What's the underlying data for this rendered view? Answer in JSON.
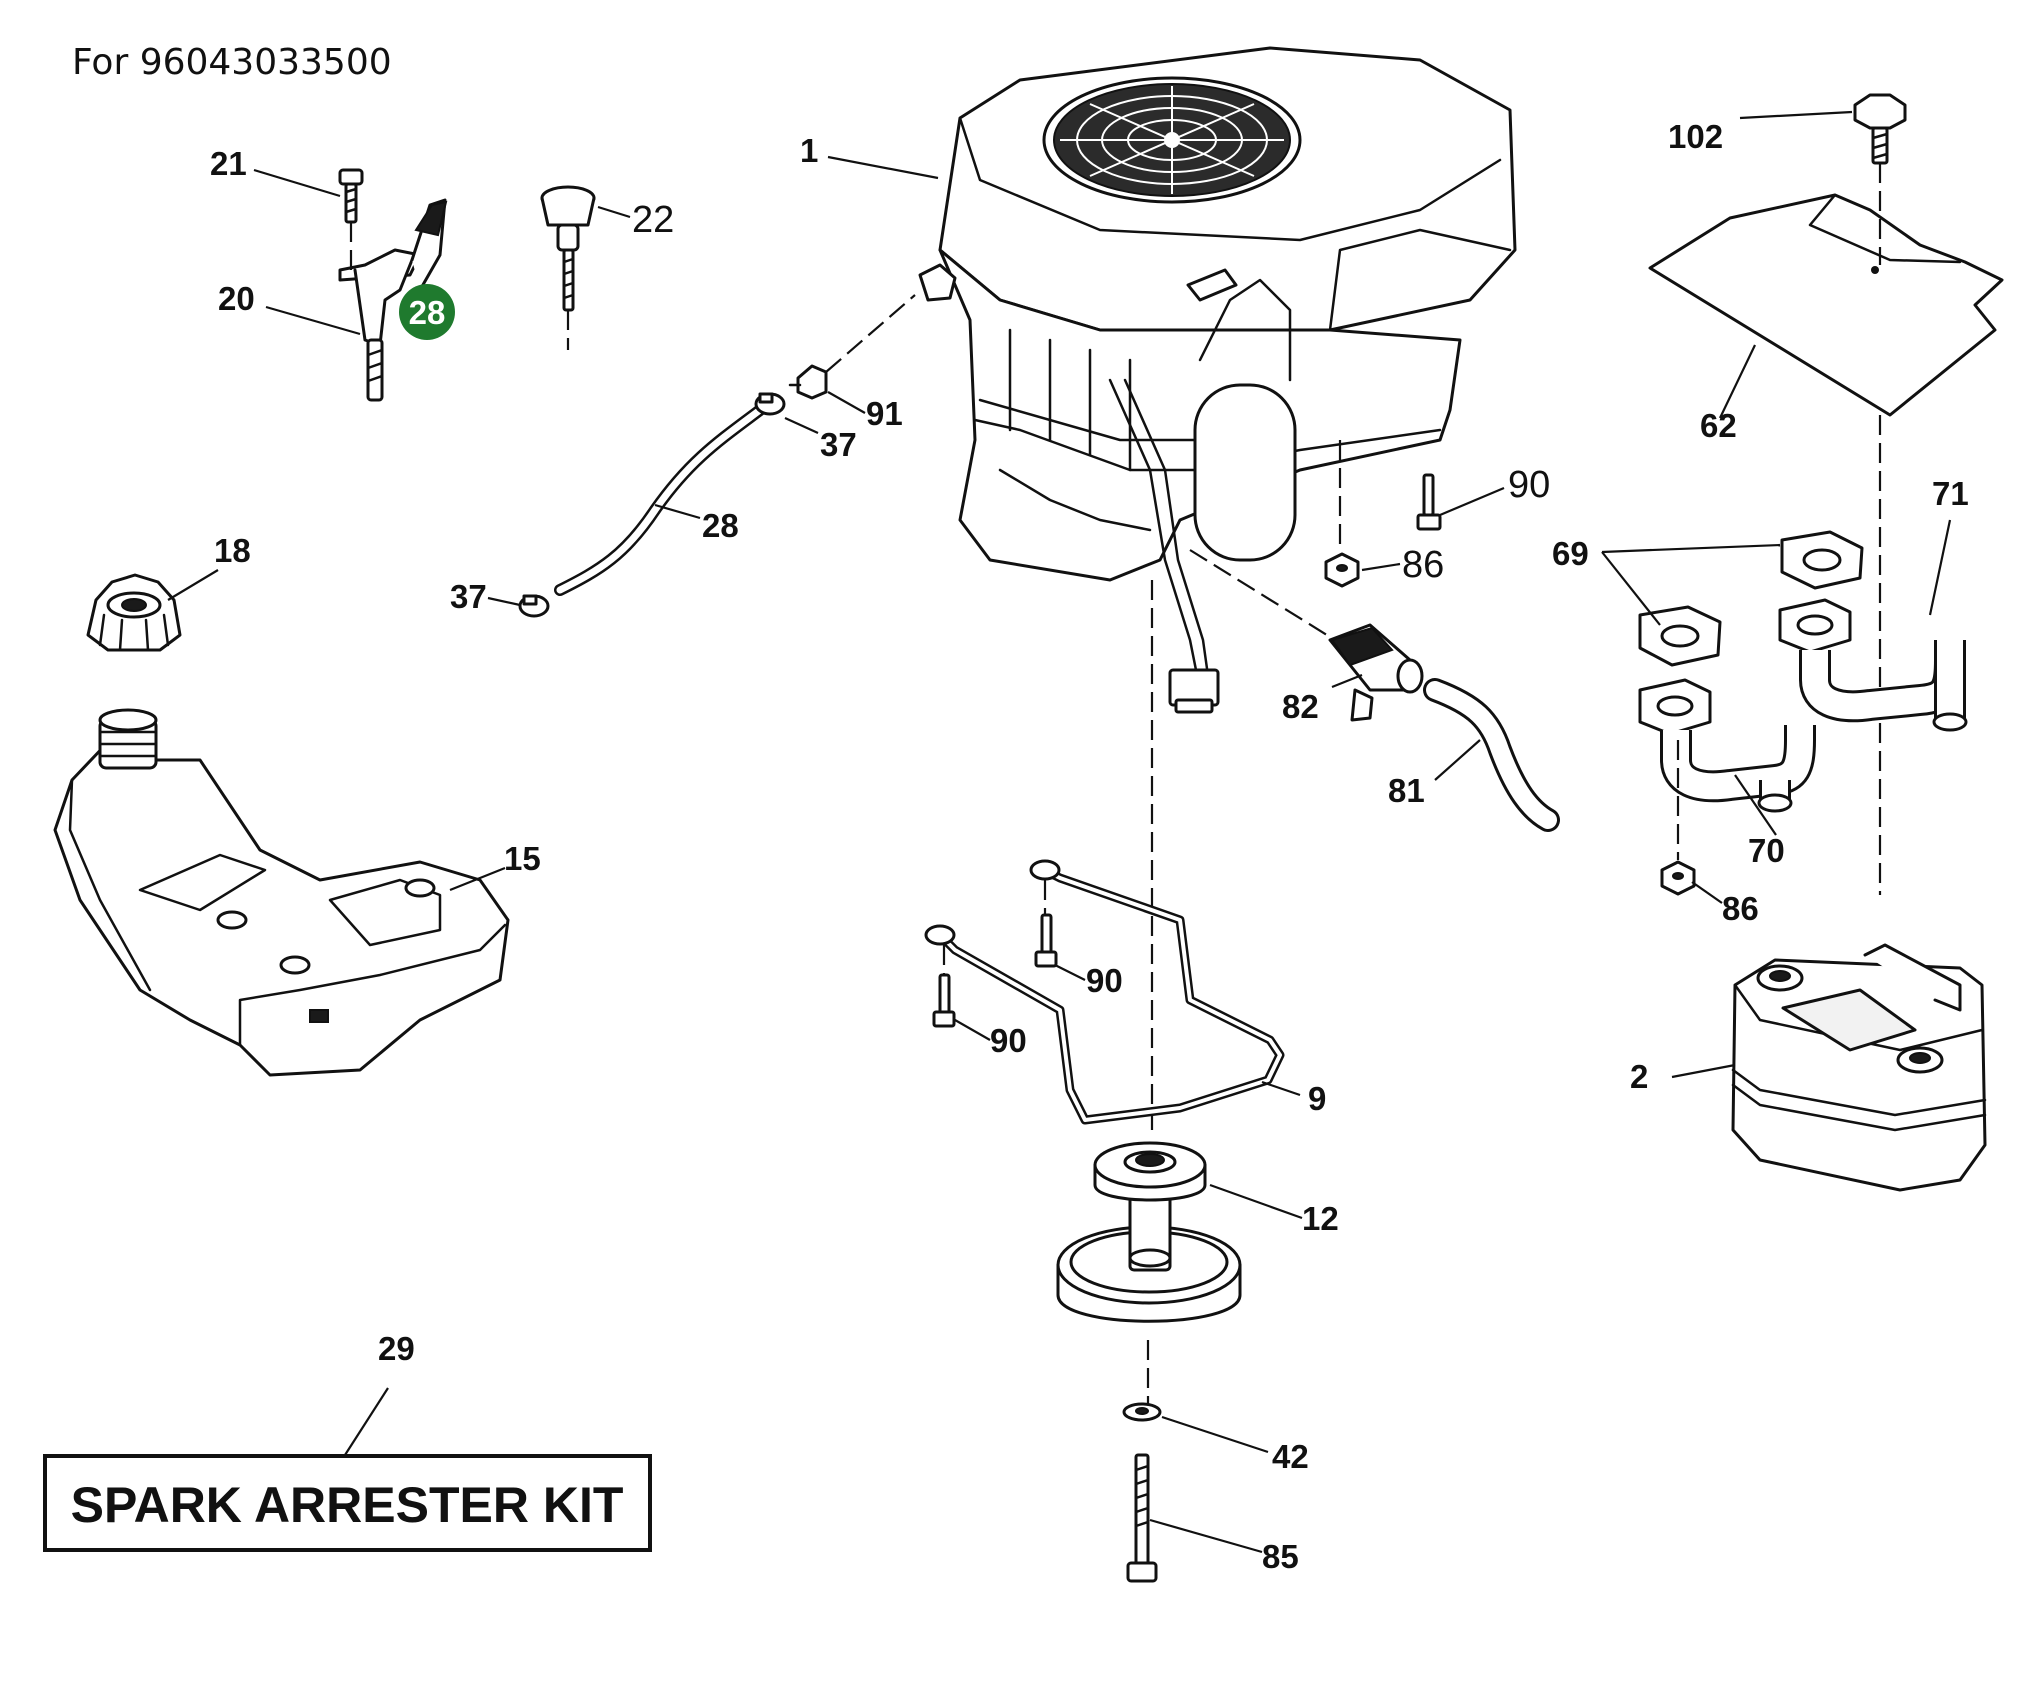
{
  "header": {
    "text": "For 96043033500"
  },
  "kit_label": "SPARK ARRESTER KIT",
  "highlight": {
    "label": "28",
    "color": "#1f7a2e"
  },
  "labels": {
    "p1": "1",
    "p2": "2",
    "p9": "9",
    "p12": "12",
    "p15": "15",
    "p18": "18",
    "p20": "20",
    "p21": "21",
    "p22": "22",
    "p28": "28",
    "p29": "29",
    "p37a": "37",
    "p37b": "37",
    "p42": "42",
    "p62": "62",
    "p69": "69",
    "p70": "70",
    "p71": "71",
    "p81": "81",
    "p82": "82",
    "p85": "85",
    "p86a": "86",
    "p86b": "86",
    "p90a": "90",
    "p90b": "90",
    "p90c": "90",
    "p91": "91",
    "p102": "102"
  }
}
